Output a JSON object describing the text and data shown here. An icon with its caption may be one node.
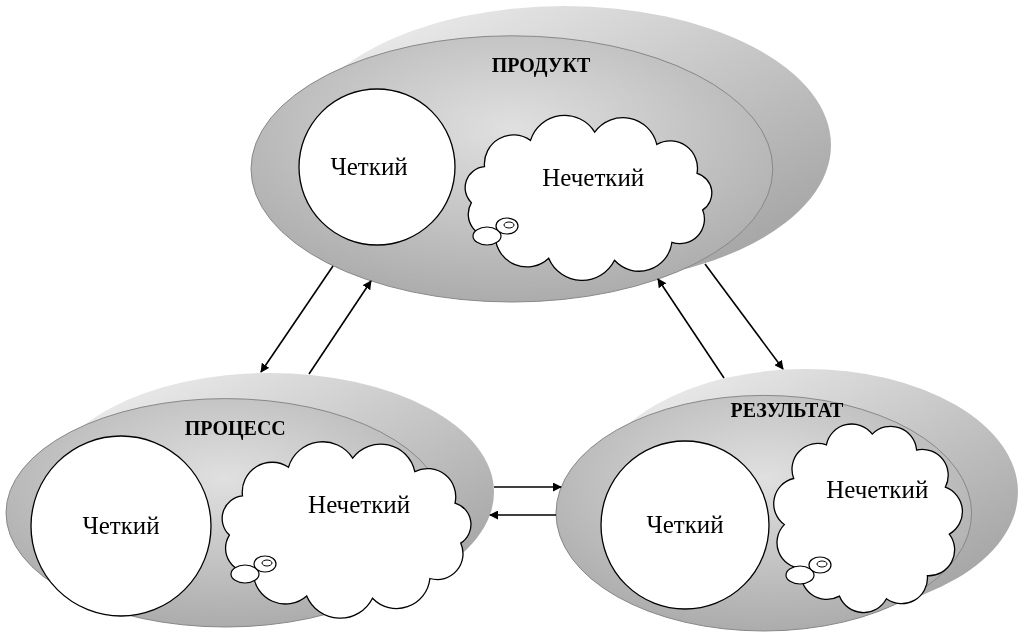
{
  "diagram": {
    "nodes": [
      {
        "text": [
          "ПРОДУКТ"
        ]
      },
      {
        "text": [
          "Четкий"
        ],
        "in": 0
      },
      {
        "text": [
          "Нечеткий"
        ],
        "in": 0
      },
      {
        "text": [
          "ПРОЦЕСС"
        ]
      },
      {
        "text": [
          "Четкий"
        ],
        "in": 3
      },
      {
        "text": [
          "Нечеткий"
        ],
        "in": 3
      },
      {
        "text": [
          "РЕЗУЛЬТАТ"
        ]
      },
      {
        "text": [
          "Четкий"
        ],
        "in": 6
      },
      {
        "text": [
          "Нечеткий"
        ],
        "in": 6
      }
    ],
    "edges": [
      {
        "from": 0,
        "to": 3,
        "arrow": "to"
      },
      {
        "from": 3,
        "to": 0,
        "arrow": "to"
      },
      {
        "from": 6,
        "to": 0,
        "arrow": "to"
      },
      {
        "from": 0,
        "to": 6,
        "arrow": "to"
      },
      {
        "from": 3,
        "to": 6,
        "arrow": "to"
      },
      {
        "from": 6,
        "to": 3,
        "arrow": "to"
      }
    ]
  }
}
